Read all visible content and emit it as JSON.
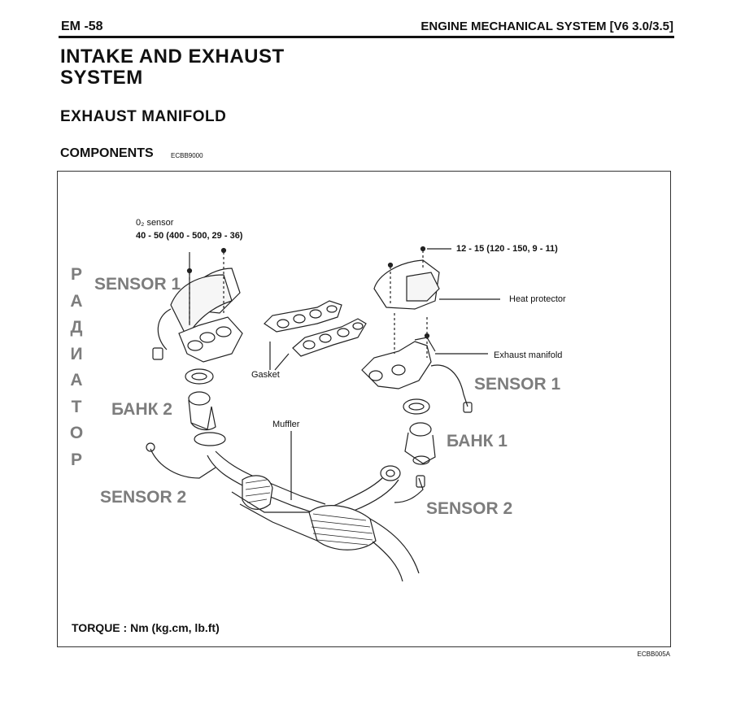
{
  "header": {
    "page_number": "EM -58",
    "chapter": "ENGINE MECHANICAL SYSTEM [V6 3.0/3.5]"
  },
  "title": {
    "line1": "INTAKE AND EXHAUST",
    "line2": "SYSTEM"
  },
  "subtitle": "EXHAUST MANIFOLD",
  "section": {
    "label": "COMPONENTS",
    "code": "ECBB9000"
  },
  "diagram": {
    "o2_sensor_label": "0₂ sensor",
    "o2_torque": "40 - 50 (400 - 500, 29 -  36)",
    "bolt_torque": "12 - 15 (120 - 150, 9 - 11)",
    "heat_protector": "Heat protector",
    "exhaust_manifold": "Exhaust manifold",
    "gasket": "Gasket",
    "muffler": "Muffler",
    "code": "ECBB005A"
  },
  "overlay": {
    "radiator_letters": [
      "Р",
      "А",
      "Д",
      "И",
      "А",
      "Т",
      "О",
      "Р"
    ],
    "sensor1_left": "SENSOR 1",
    "sensor1_right": "SENSOR 1",
    "bank2": "БАНК 2",
    "bank1": "БАНК 1",
    "sensor2_left": "SENSOR 2",
    "sensor2_right": "SENSOR 2"
  },
  "footer": {
    "torque_units": "TORQUE : Nm (kg.cm, lb.ft)"
  }
}
